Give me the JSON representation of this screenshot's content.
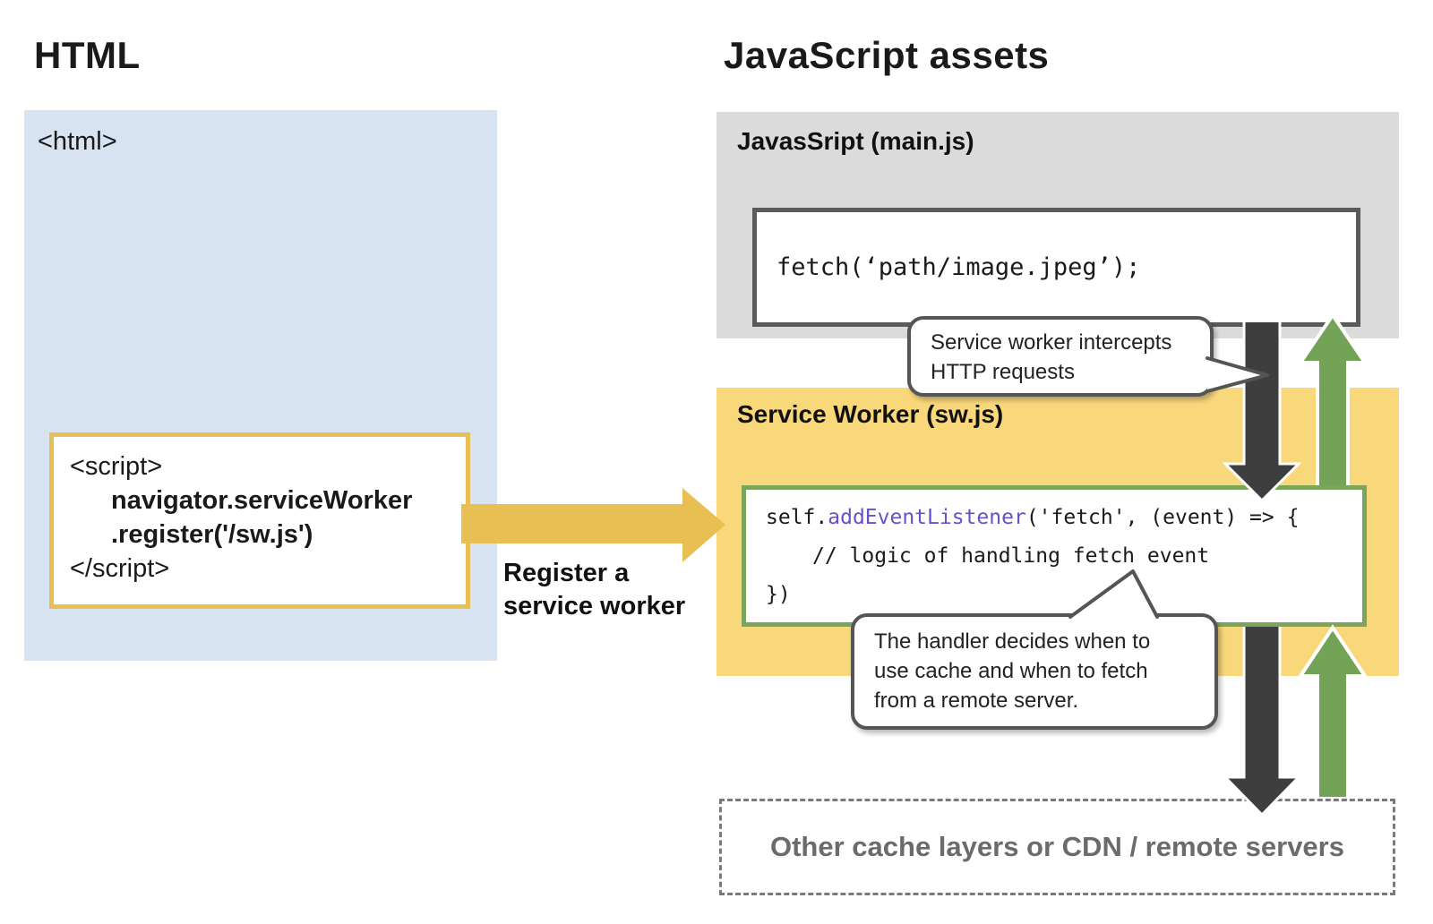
{
  "headings": {
    "left": "HTML",
    "right": "JavaScript assets"
  },
  "html_panel": {
    "tag_label": "<html>",
    "script_box": {
      "open": "<script>",
      "code_line1": "navigator.serviceWorker",
      "code_line2": ".register('/sw.js')",
      "close": "</script>"
    }
  },
  "register_arrow_label": {
    "line1": "Register a",
    "line2": "service worker"
  },
  "main_js_panel": {
    "title": "JavasSript (main.js)",
    "code": "fetch(‘path/image.jpeg’);"
  },
  "service_worker_panel": {
    "title": "Service Worker (sw.js)",
    "code": {
      "line1_self": "self.",
      "line1_method": "addEventListener",
      "line1_rest": "('fetch', (event) => {",
      "line2": "// logic of handling fetch event",
      "line3": "})"
    }
  },
  "bubbles": {
    "intercept": {
      "line1": "Service worker intercepts",
      "line2": "HTTP requests"
    },
    "handler": {
      "line1": "The handler decides when to",
      "line2": "use cache and when to fetch",
      "line3": "from a remote server."
    }
  },
  "cache_box": {
    "label": "Other cache layers or CDN / remote servers"
  },
  "colors": {
    "panel_blue": "#d8e3f2",
    "panel_gray": "#dbdbdb",
    "panel_yellow": "#f9d77b",
    "arrow_yellow": "#e8bf52",
    "arrow_dark": "#3e3e3e",
    "arrow_green": "#73a356",
    "fetch_border": "#5a5a5a",
    "sw_border": "#79a65a",
    "keyword_purple": "#6a4fc5"
  }
}
